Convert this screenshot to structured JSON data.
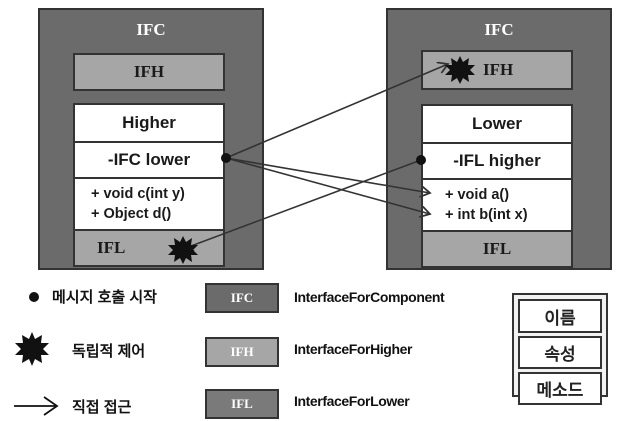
{
  "left_component": {
    "outer_label": "IFC",
    "ifh_label": "IFH",
    "class_name": "Higher",
    "attribute": "-IFC lower",
    "methods": [
      "+ void c(int y)",
      "+ Object d()"
    ],
    "ifl_label": "IFL"
  },
  "right_component": {
    "outer_label": "IFC",
    "ifh_label": "IFH",
    "class_name": "Lower",
    "attribute": "-IFL higher",
    "methods": [
      "+ void a()",
      "+ int b(int x)"
    ],
    "ifl_label": "IFL"
  },
  "legend": {
    "symbols": [
      {
        "icon": "dot-icon",
        "label": "메시지 호출 시작"
      },
      {
        "icon": "starburst-icon",
        "label": "독립적 제어"
      },
      {
        "icon": "arrow-icon",
        "label": "직접 접근"
      }
    ],
    "swatches": [
      {
        "abbr": "IFC",
        "desc": "InterfaceForComponent",
        "color": "#6b6b6b"
      },
      {
        "abbr": "IFH",
        "desc": "InterfaceForHigher",
        "color": "#a6a6a6"
      },
      {
        "abbr": "IFL",
        "desc": "InterfaceForLower",
        "color": "#7a7a7a"
      }
    ],
    "uml_key": [
      "이름",
      "속성",
      "메소드"
    ]
  },
  "colors": {
    "ifc": "#6b6b6b",
    "ifh_ifl": "#a6a6a6",
    "line": "#333333"
  }
}
